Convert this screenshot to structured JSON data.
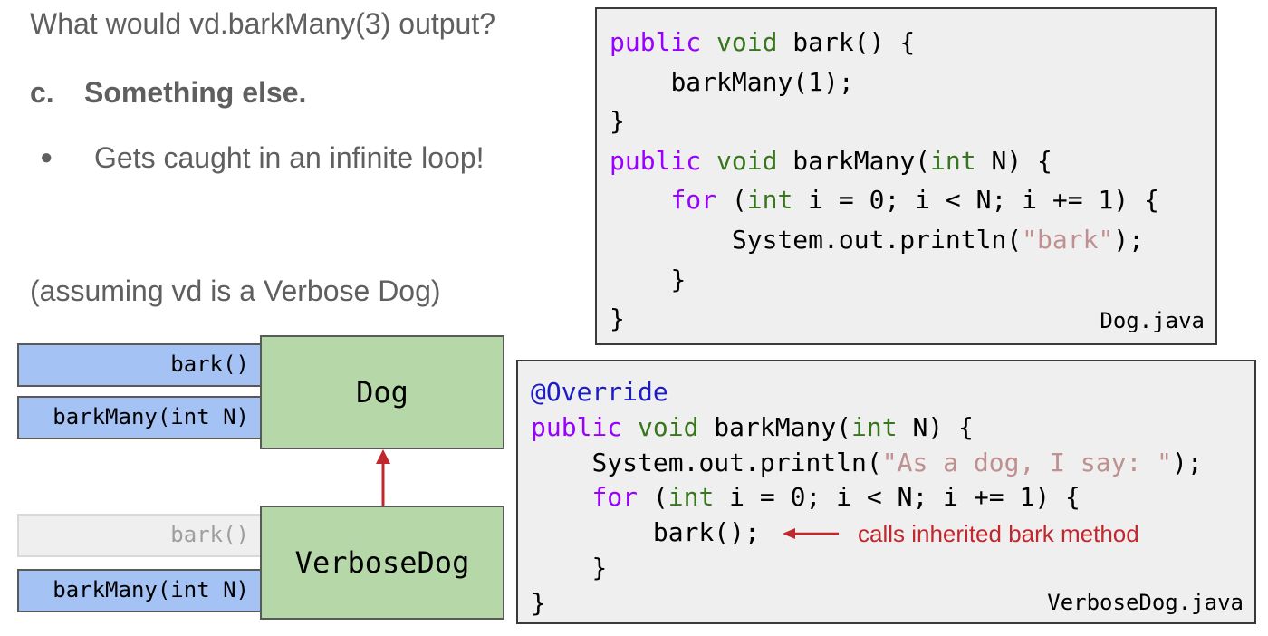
{
  "question": "What would vd.barkMany(3) output?",
  "answer": {
    "letter": "c.",
    "text": "Something else."
  },
  "bullet": {
    "symbol": "●",
    "text": "Gets caught in an infinite loop!"
  },
  "assumption": "(assuming vd is a Verbose Dog)",
  "diagram": {
    "dog": {
      "class_name": "Dog",
      "methods": [
        "bark()",
        "barkMany(int N)"
      ]
    },
    "verbose_dog": {
      "class_name": "VerboseDog",
      "methods": [
        "bark()",
        "barkMany(int N)"
      ],
      "inherited_method": "bark()"
    },
    "arrow_color": "#c0282d"
  },
  "dog_code": {
    "filename": "Dog.java",
    "lines": [
      {
        "indent": "",
        "tokens": [
          {
            "t": "public",
            "c": "kw"
          },
          {
            "t": " "
          },
          {
            "t": "void",
            "c": "ty"
          },
          {
            "t": " bark() {"
          }
        ]
      },
      {
        "indent": "    ",
        "tokens": [
          {
            "t": "barkMany(1);"
          }
        ]
      },
      {
        "indent": "",
        "tokens": [
          {
            "t": "}"
          }
        ]
      },
      {
        "indent": "",
        "tokens": [
          {
            "t": "public",
            "c": "kw"
          },
          {
            "t": " "
          },
          {
            "t": "void",
            "c": "ty"
          },
          {
            "t": " barkMany("
          },
          {
            "t": "int",
            "c": "ty"
          },
          {
            "t": " N) {"
          }
        ]
      },
      {
        "indent": "    ",
        "tokens": [
          {
            "t": "for",
            "c": "kw"
          },
          {
            "t": " ("
          },
          {
            "t": "int",
            "c": "ty"
          },
          {
            "t": " i = 0; i < N; i += 1) {"
          }
        ]
      },
      {
        "indent": "        ",
        "tokens": [
          {
            "t": "System.out.println("
          },
          {
            "t": "\"bark\"",
            "c": "str"
          },
          {
            "t": ");"
          }
        ]
      },
      {
        "indent": "    ",
        "tokens": [
          {
            "t": "}"
          }
        ]
      },
      {
        "indent": "",
        "tokens": [
          {
            "t": "}"
          }
        ]
      }
    ]
  },
  "verbose_code": {
    "filename": "VerboseDog.java",
    "lines": [
      {
        "indent": "",
        "tokens": [
          {
            "t": "@Override",
            "c": "an"
          }
        ]
      },
      {
        "indent": "",
        "tokens": [
          {
            "t": "public",
            "c": "kw"
          },
          {
            "t": " "
          },
          {
            "t": "void",
            "c": "ty"
          },
          {
            "t": " barkMany("
          },
          {
            "t": "int",
            "c": "ty"
          },
          {
            "t": " N) {"
          }
        ]
      },
      {
        "indent": "    ",
        "tokens": [
          {
            "t": "System.out.println("
          },
          {
            "t": "\"As a dog, I say: \"",
            "c": "str"
          },
          {
            "t": ");"
          }
        ]
      },
      {
        "indent": "    ",
        "tokens": [
          {
            "t": "for",
            "c": "kw"
          },
          {
            "t": " ("
          },
          {
            "t": "int",
            "c": "ty"
          },
          {
            "t": " i = 0; i < N; i += 1) {"
          }
        ]
      },
      {
        "indent": "        ",
        "tokens": [
          {
            "t": "bark();"
          }
        ]
      },
      {
        "indent": "    ",
        "tokens": [
          {
            "t": "}"
          }
        ]
      },
      {
        "indent": "",
        "tokens": [
          {
            "t": "}"
          }
        ]
      }
    ],
    "annotation": "calls inherited bark method"
  },
  "colors": {
    "keyword": "#9900ff",
    "type": "#38761d",
    "annotation_keyword": "#1c1cc6",
    "string": "#c09090",
    "method_box": "#a4c2f4",
    "class_box": "#b6d7a8",
    "code_bg": "#efefef"
  }
}
